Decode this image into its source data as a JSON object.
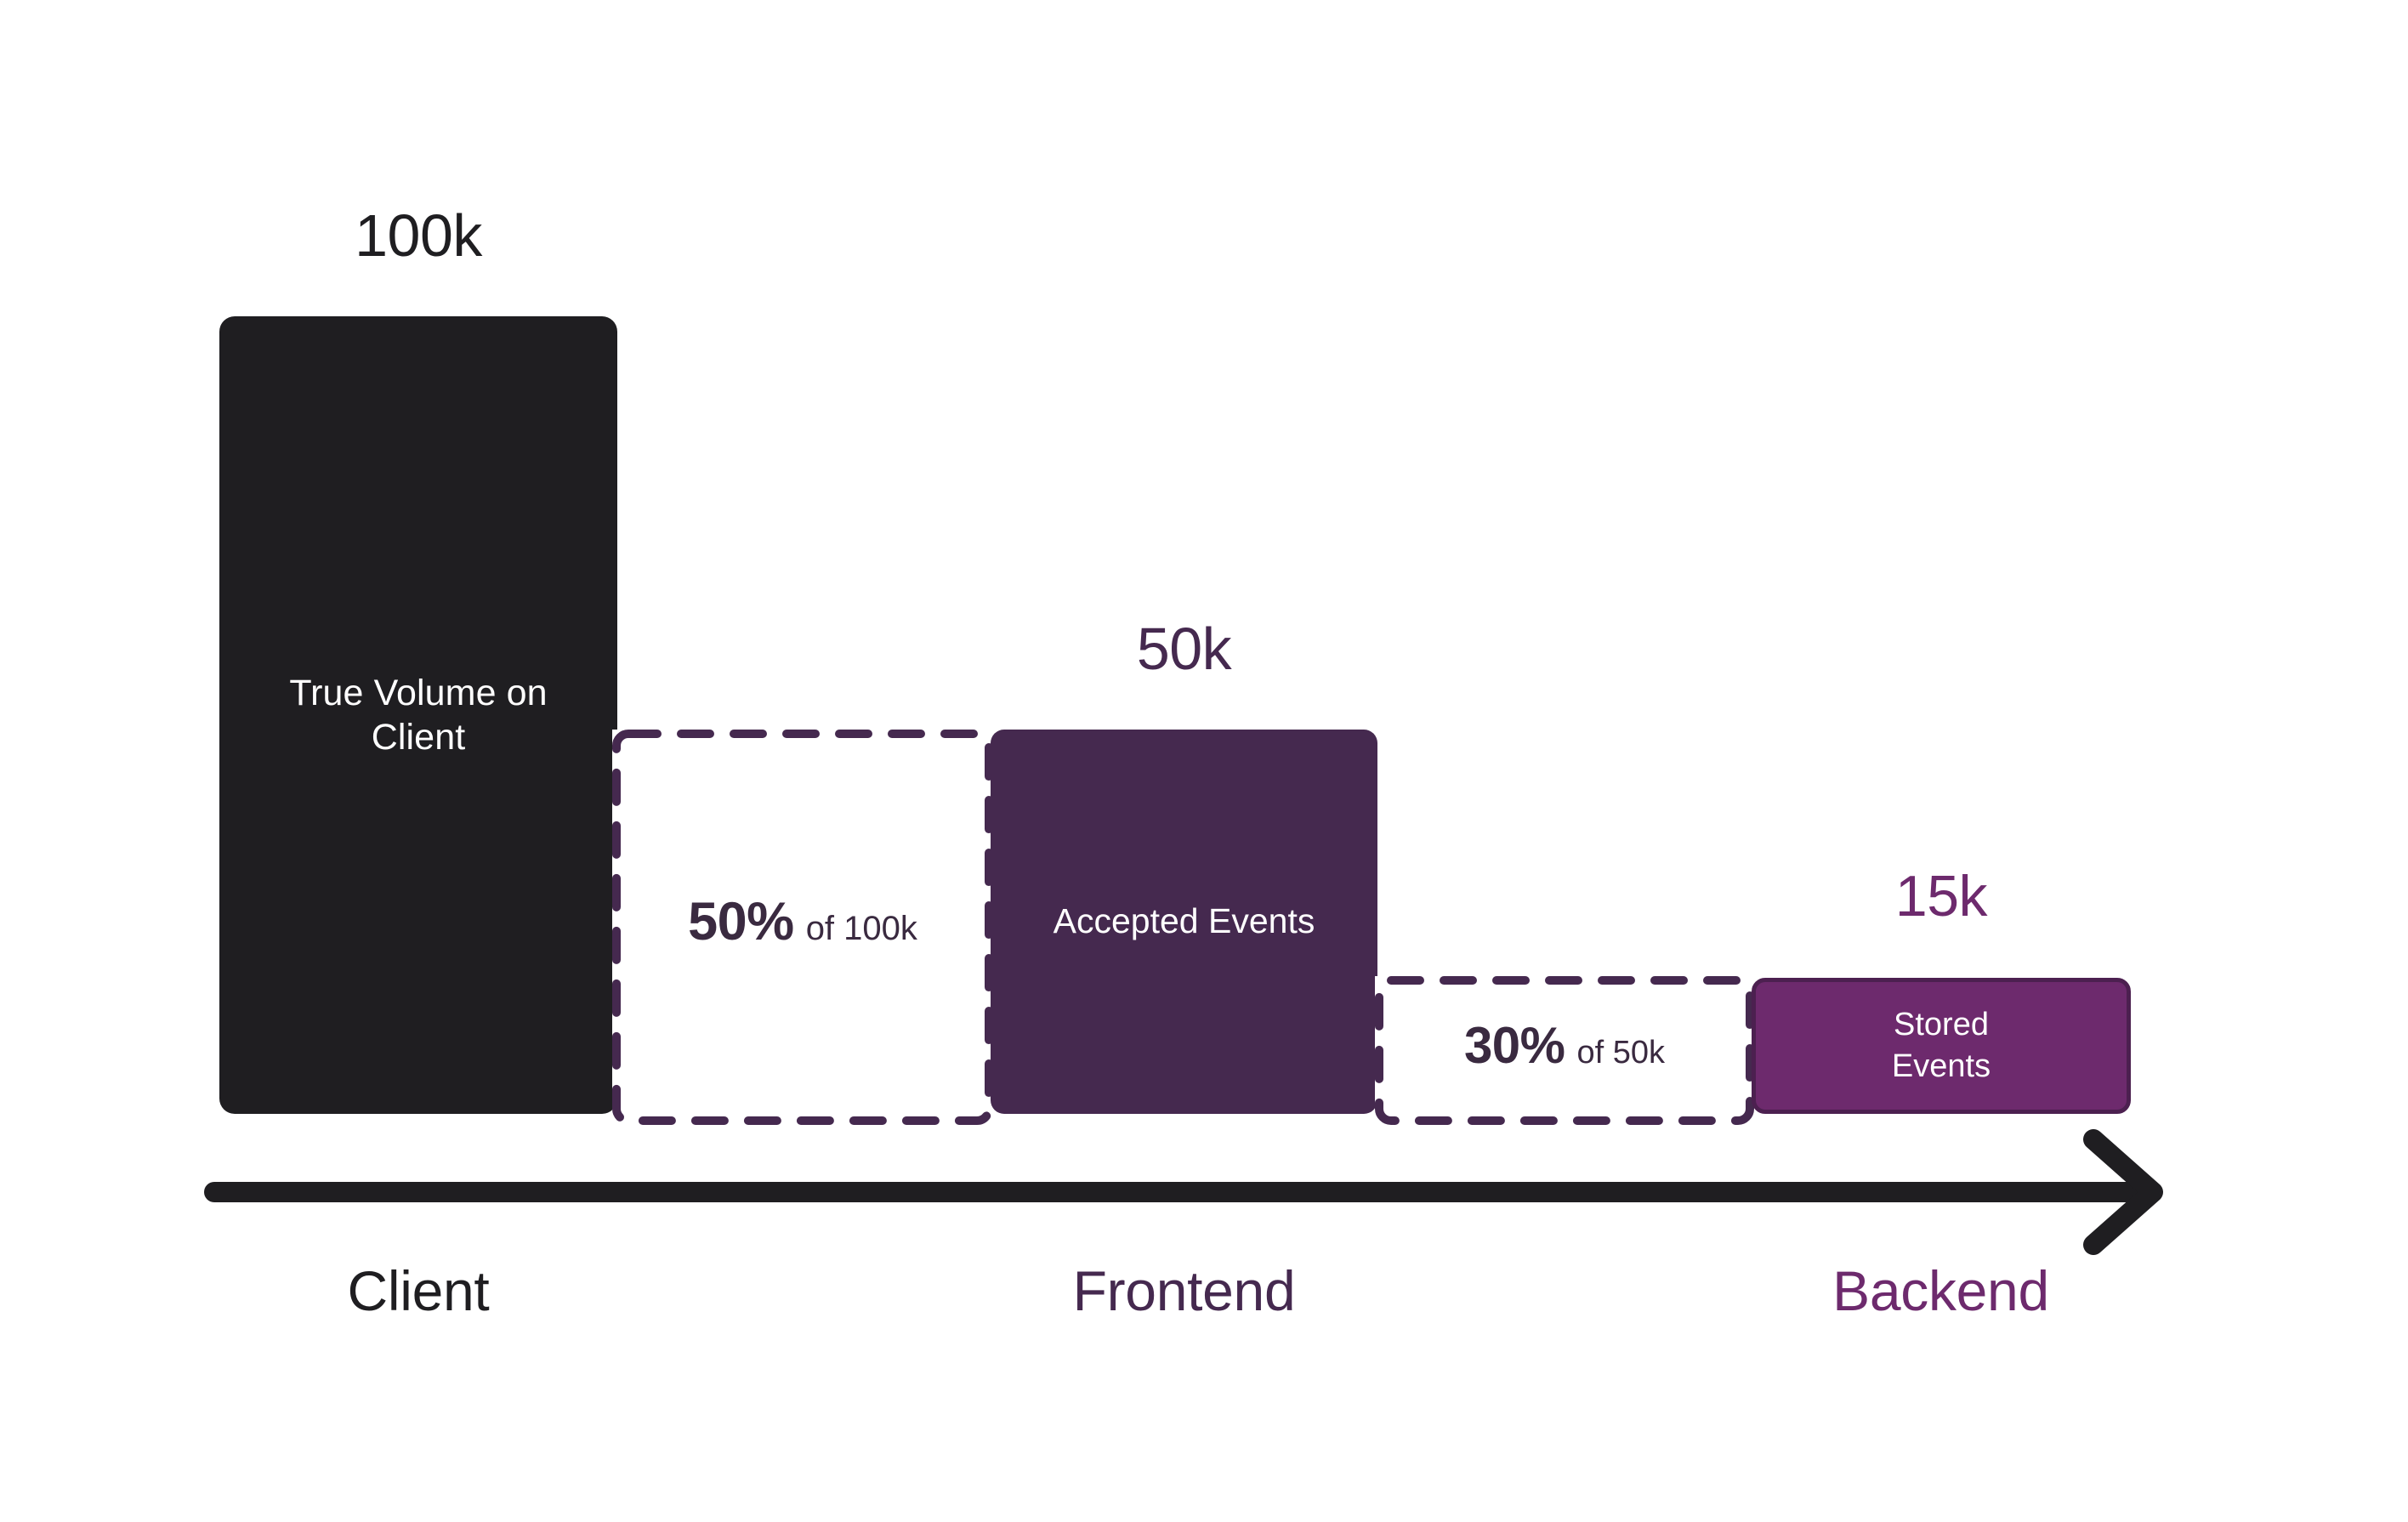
{
  "chart_data": {
    "type": "bar",
    "title": "",
    "subtitle": "",
    "xlabel": "",
    "ylabel": "",
    "grid": false,
    "legend": "none",
    "categories": [
      "Client",
      "Frontend",
      "Backend"
    ],
    "values": [
      100000,
      50000,
      15000
    ],
    "value_labels": [
      "100k",
      "50k",
      "15k"
    ],
    "bar_labels": [
      "True Volume on Client",
      "Accepted Events",
      "Stored Events"
    ],
    "dropoffs": [
      {
        "percent": "50%",
        "of_label": "of 100k",
        "from": 100000,
        "to": 50000,
        "ratio": 0.5
      },
      {
        "percent": "30%",
        "of_label": "of 50k",
        "from": 50000,
        "to": 15000,
        "ratio": 0.3
      }
    ],
    "axis_direction": "left-to-right-arrow"
  },
  "bars": [
    {
      "name": "client",
      "value_label": "100k",
      "label": "True Volume on Client",
      "label_line1": "True Volume on",
      "label_line2": "Client",
      "fill": "#1F1E21",
      "text_color": "#FFFFFF"
    },
    {
      "name": "frontend",
      "value_label": "50k",
      "label": "Accepted Events",
      "fill": "#45294F",
      "text_color": "#FFFFFF"
    },
    {
      "name": "backend",
      "value_label": "15k",
      "label": "Stored Events",
      "label_line1": "Stored",
      "label_line2": "Events",
      "fill": "#6D2A6D",
      "border": "#4C2050",
      "text_color": "#FFFFFF"
    }
  ],
  "dropoff_boxes": [
    {
      "name": "client-to-frontend",
      "percent": "50%",
      "of_label": "of 100k",
      "border_color": "#45294F",
      "border_style": "dashed"
    },
    {
      "name": "frontend-to-backend",
      "percent": "30%",
      "of_label": "of 50k",
      "border_color": "#45294F",
      "border_style": "dashed"
    }
  ],
  "axis": {
    "labels": [
      "Client",
      "Frontend",
      "Backend"
    ],
    "colors": [
      "#1F1E21",
      "#45294F",
      "#6D2A6D"
    ],
    "line_color": "#1F1E21",
    "arrow": "arrow-right-icon"
  },
  "colors": {
    "background": "#FFFFFF",
    "black": "#1F1E21",
    "dark_purple": "#45294F",
    "mid_purple": "#6D2A6D",
    "text_purple": "#3A2A40"
  }
}
